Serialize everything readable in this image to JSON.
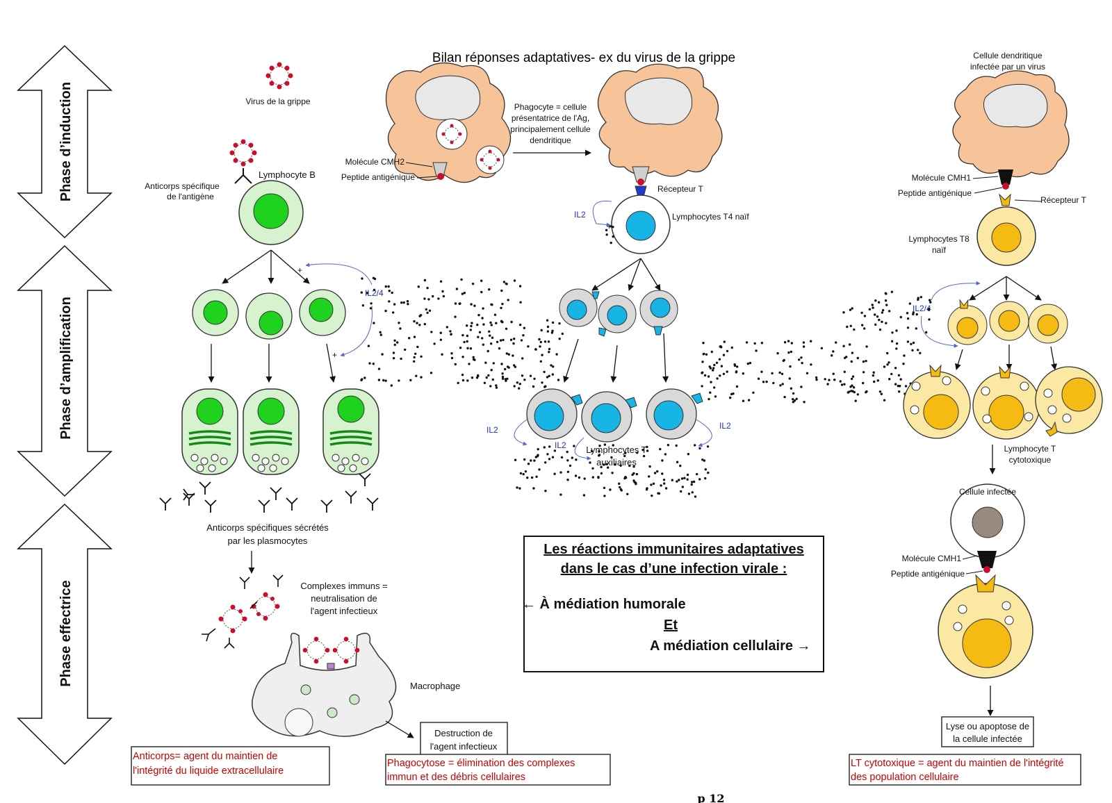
{
  "title": "Bilan réponses adaptatives- ex du virus de la grippe",
  "phases": {
    "induction": "Phase d’induction",
    "amplification": "Phase d’amplification",
    "effector": "Phase effectrice"
  },
  "humoral": {
    "virus": "Virus de la grippe",
    "lymphocyte_b": "Lymphocyte B",
    "antibody_specific_1": "Anticorps spécifique",
    "antibody_specific_2": "de l'antigène",
    "il2_4": "IL2/4",
    "plus": "+",
    "secreted_1": "Anticorps spécifiques sécrétés",
    "secreted_2": "par les plasmocytes",
    "complexes_1": "Complexes immuns =",
    "complexes_2": "neutralisation de",
    "complexes_3": "l'agent infectieux",
    "macrophage": "Macrophage",
    "destruction_1": "Destruction de",
    "destruction_2": "l'agent infectieux",
    "note_antibody_1": "Anticorps= agent du maintien de",
    "note_antibody_2": "l'intégrité du liquide extracellulaire",
    "note_phago_1": "Phagocytose = élimination des complexes",
    "note_phago_2": "immun et des débris cellulaires"
  },
  "helper": {
    "phagocyte_1": "Phagocyte = cellule",
    "phagocyte_2": "présentatrice de l'Ag,",
    "phagocyte_3": "principalement cellule",
    "phagocyte_4": "dendritique",
    "cmh2": "Molécule CMH2",
    "peptide": "Peptide antigénique",
    "tcr": "Récepteur T",
    "il2": "IL2",
    "t4_naive": "Lymphocytes T4 naïf",
    "t_aux_1": "Lymphocytes T",
    "t_aux_2": "auxiliaires"
  },
  "cellular": {
    "dendritic_1": "Cellule dendritique",
    "dendritic_2": "infectée par un virus",
    "cmh1": "Molécule CMH1",
    "peptide": "Peptide antigénique",
    "tcr": "Récepteur T",
    "t8_1": "Lymphocytes T8",
    "t8_2": "naïf",
    "il2_4": "IL2/4",
    "ctl_1": "Lymphocyte T",
    "ctl_2": "cytotoxique",
    "infected": "Cellule infectée",
    "cmh1_b": "Molécule CMH1",
    "peptide_b": "Peptide antigénique",
    "lysis_1": "Lyse ou apoptose de",
    "lysis_2": "la cellule infectée",
    "note_ctl_1": "LT cytotoxique = agent du maintien de l'intégrité",
    "note_ctl_2": "des population cellulaire"
  },
  "summary": {
    "title_1": "Les réactions immunitaires adaptatives",
    "title_2": "dans le cas d’une infection virale :",
    "humoral": "← À médiation humorale",
    "and": "Et",
    "cellular": "A médiation cellulaire →"
  },
  "page": "p 12",
  "colors": {
    "dendritic_fill": "#f7c49a",
    "b_cell_fill": "#d7f2cf",
    "b_nucleus": "#1ed21e",
    "t_cell_fill": "#d9d9d9",
    "t_nucleus": "#17b4e6",
    "ctl_fill": "#fbe8a3",
    "ctl_nucleus": "#f5bb12",
    "virus_red": "#c8102e",
    "note_red": "#cc0000",
    "il_blue": "#1f2fbf"
  }
}
